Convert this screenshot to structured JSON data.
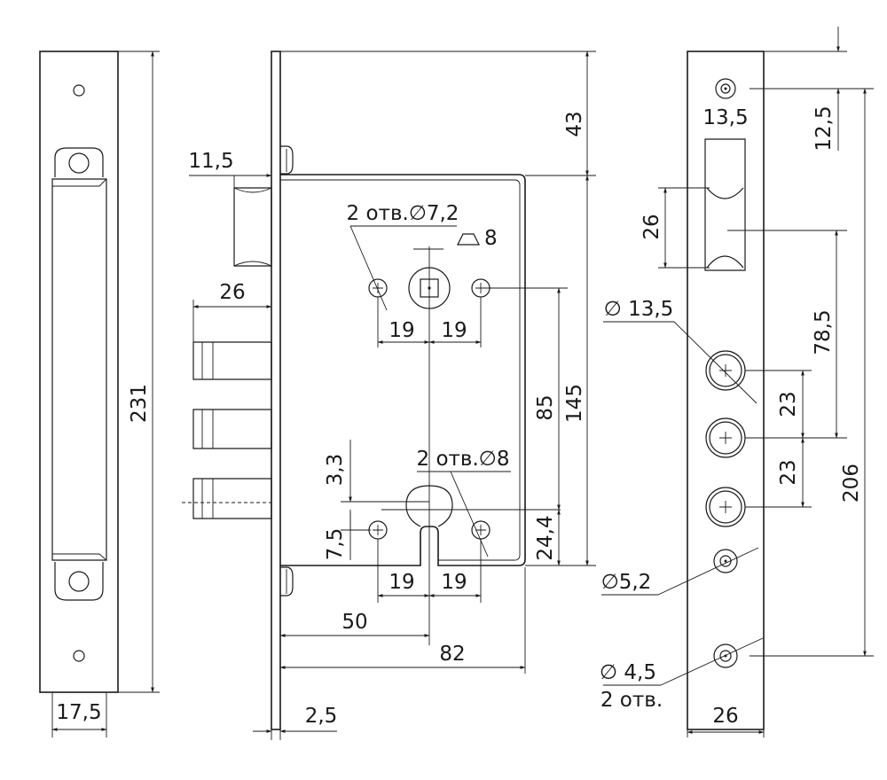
{
  "left_view": {
    "height": "231",
    "width": "17,5"
  },
  "front_view": {
    "backset_offset": "11,5",
    "bolt_throw": "26",
    "top_offset": "43",
    "holes_top_label": "2 отв.∅7,2",
    "spindle_square": "8",
    "holes_top_spacing_left": "19",
    "holes_top_spacing_right": "19",
    "center_distance": "85",
    "body_height": "145",
    "holes_bottom_label": "2 отв.∅8",
    "keyhole_offset": "3,3",
    "hole_offset": "7,5",
    "bottom_offset": "24,4",
    "holes_bottom_spacing_left": "19",
    "holes_bottom_spacing_right": "19",
    "backset": "50",
    "body_width": "82",
    "faceplate_thickness": "2,5"
  },
  "right_view": {
    "top_hole_dia": "13,5",
    "top_offset": "12,5",
    "latch_height": "26",
    "bolt_hole_dia": "∅ 13,5",
    "latch_to_bolt": "78,5",
    "bolt_pitch_1": "23",
    "bolt_pitch_2": "23",
    "screw_hole_dia": "∅5,2",
    "mount_holes_dia": "∅ 4,5",
    "mount_holes_count": "2 отв.",
    "hole_span": "206",
    "width": "26"
  }
}
